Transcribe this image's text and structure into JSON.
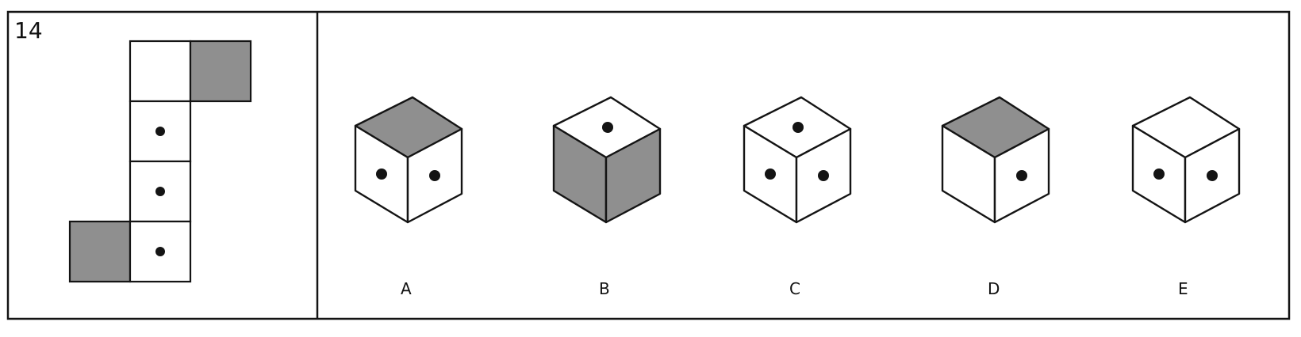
{
  "question": {
    "number": "14"
  },
  "colors": {
    "shade": "#8f8f8f",
    "face": "#ffffff",
    "line": "#141414",
    "dot": "#141414"
  },
  "net": {
    "squares": [
      {
        "col": 1,
        "row": 0,
        "shaded": false,
        "dot": false
      },
      {
        "col": 2,
        "row": 0,
        "shaded": true,
        "dot": false
      },
      {
        "col": 1,
        "row": 1,
        "shaded": false,
        "dot": true
      },
      {
        "col": 1,
        "row": 2,
        "shaded": false,
        "dot": true
      },
      {
        "col": 0,
        "row": 3,
        "shaded": true,
        "dot": false
      },
      {
        "col": 1,
        "row": 3,
        "shaded": false,
        "dot": true
      }
    ]
  },
  "options": [
    {
      "label": "A",
      "top": {
        "shaded": true,
        "dot": false
      },
      "left": {
        "shaded": false,
        "dot": true
      },
      "right": {
        "shaded": false,
        "dot": true
      }
    },
    {
      "label": "B",
      "top": {
        "shaded": false,
        "dot": true
      },
      "left": {
        "shaded": true,
        "dot": false
      },
      "right": {
        "shaded": true,
        "dot": false
      }
    },
    {
      "label": "C",
      "top": {
        "shaded": false,
        "dot": true
      },
      "left": {
        "shaded": false,
        "dot": true
      },
      "right": {
        "shaded": false,
        "dot": true
      }
    },
    {
      "label": "D",
      "top": {
        "shaded": true,
        "dot": false
      },
      "left": {
        "shaded": false,
        "dot": false
      },
      "right": {
        "shaded": false,
        "dot": true
      }
    },
    {
      "label": "E",
      "top": {
        "shaded": false,
        "dot": false
      },
      "left": {
        "shaded": false,
        "dot": true
      },
      "right": {
        "shaded": false,
        "dot": true
      }
    }
  ]
}
